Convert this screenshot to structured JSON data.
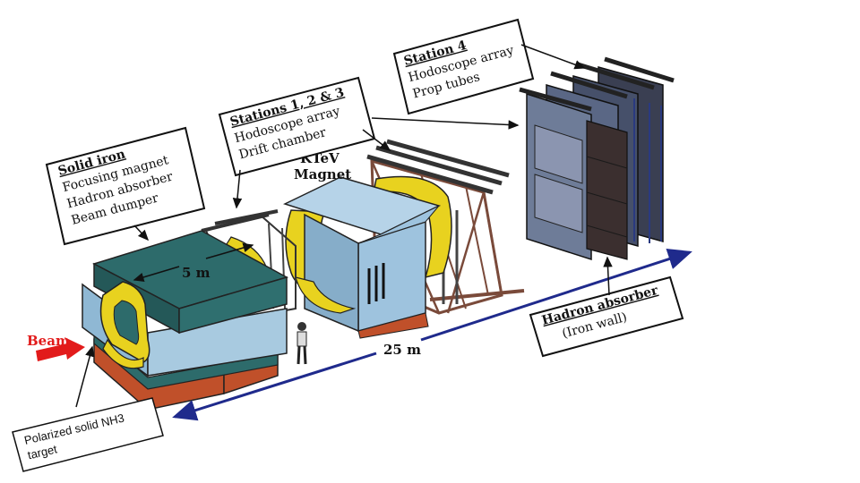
{
  "labels": {
    "solid_iron": {
      "title": "Solid iron",
      "lines": [
        "Focusing magnet",
        "Hadron absorber",
        "Beam dumper"
      ]
    },
    "stations_123": {
      "title": "Stations 1, 2 & 3",
      "lines": [
        "Hodoscope array",
        "Drift chamber"
      ]
    },
    "station4": {
      "title": "Station 4",
      "lines": [
        "Hodoscope array",
        "Prop tubes"
      ]
    },
    "hadron_absorber": {
      "title": "Hadron absorber",
      "sub": "(Iron wall)"
    },
    "target": {
      "lines": [
        "Polarized solid NH3",
        "target"
      ]
    },
    "ktev": {
      "lines": [
        "KTeV",
        "Magnet"
      ]
    },
    "beam": "Beam",
    "dim_5m": "5 m",
    "dim_25m": "25 m"
  },
  "colors": {
    "iron_top": "#2d6b6b",
    "iron_side": "#8fb8d4",
    "coil": "#e8d21f",
    "base": "#c0502a",
    "ktev_body": "#9ec3de",
    "frame": "#7a4a3a",
    "beam_arrow": "#e21b1b",
    "dim_arrow": "#1f2a8c"
  },
  "icons": [
    "person-figure-icon",
    "beam-arrow-icon"
  ]
}
